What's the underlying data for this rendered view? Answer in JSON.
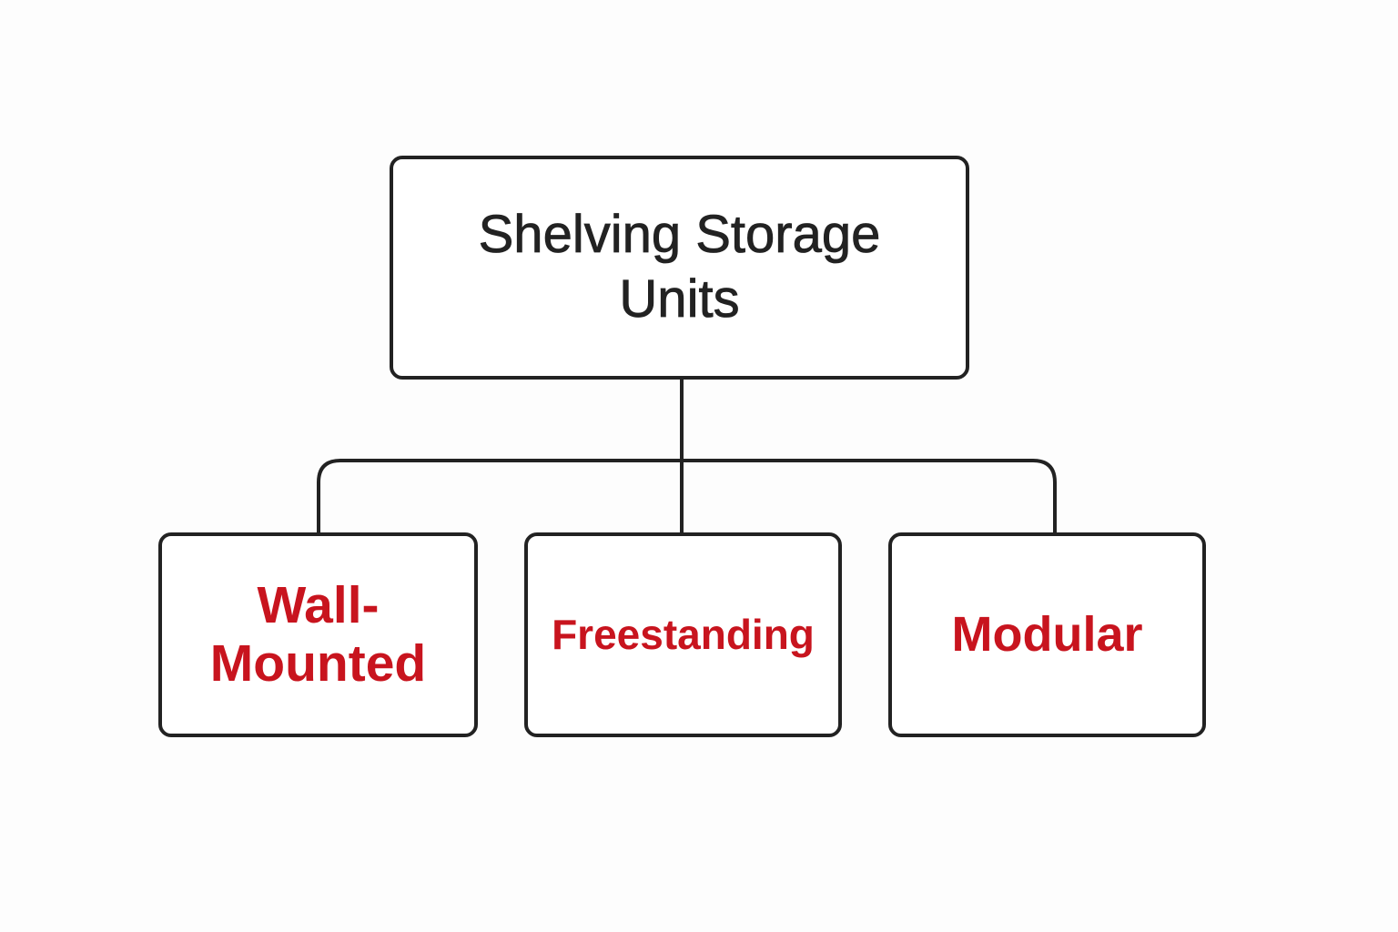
{
  "diagram": {
    "root": {
      "label": "Shelving Storage Units"
    },
    "children": [
      {
        "label": "Wall-Mounted"
      },
      {
        "label": "Freestanding"
      },
      {
        "label": "Modular"
      }
    ],
    "colors": {
      "stroke": "#222222",
      "root_text": "#222222",
      "child_text": "#c8141e",
      "background": "#fdfdfd"
    }
  }
}
